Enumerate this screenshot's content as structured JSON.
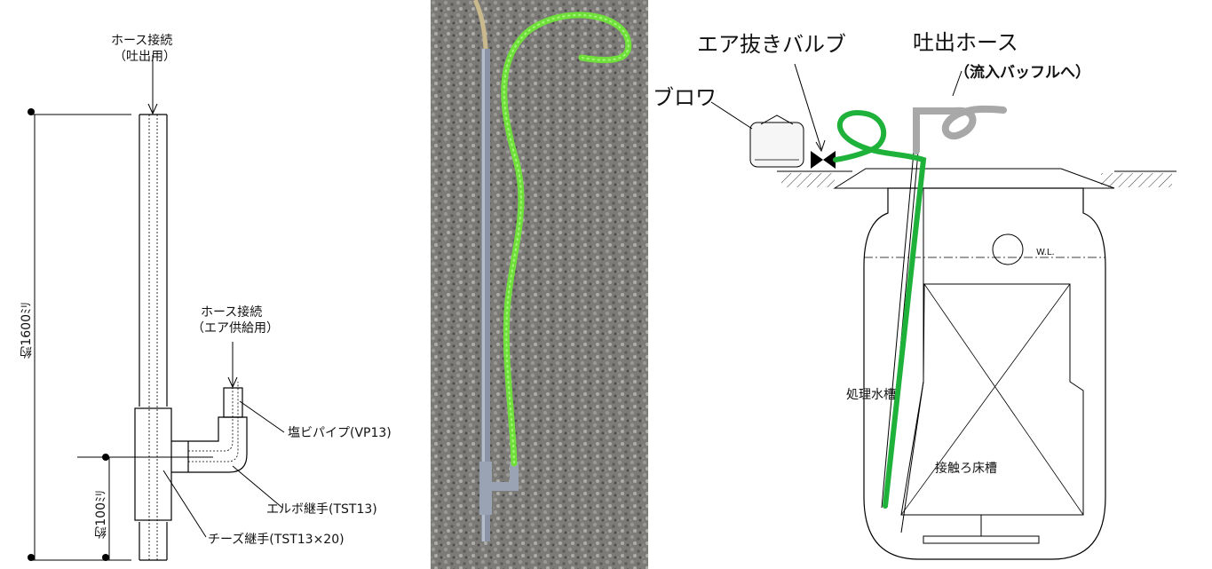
{
  "left_diagram": {
    "hose_top_label_1": "ホース接続",
    "hose_top_label_2": "（吐出用）",
    "hose_side_label_1": "ホース接続",
    "hose_side_label_2": "（エア供給用）",
    "pvc_pipe_label": "塩ビパイプ(VP13)",
    "elbow_label": "エルボ継手(TST13)",
    "tee_label": "チーズ継手(TST13×20)",
    "length_total_label": "約1600ﾐﾘ",
    "length_short_label": "約100ﾐﾘ"
  },
  "photo": {
    "ground_color": "#7d7b78",
    "pipe_color": "#8a94a6",
    "hose_color": "#6fe03a"
  },
  "right_diagram": {
    "air_valve_label": "エア抜きバルブ",
    "discharge_hose_label": "吐出ホース",
    "discharge_hose_note": "（流入バッフルへ）",
    "blower_label": "ブロワ",
    "water_level_label": "W.L.",
    "treated_tank_label": "処理水槽",
    "contact_tank_label": "接触ろ床槽",
    "hose_color": "#1fb23a",
    "gray_hose_color": "#a8a8a8"
  }
}
